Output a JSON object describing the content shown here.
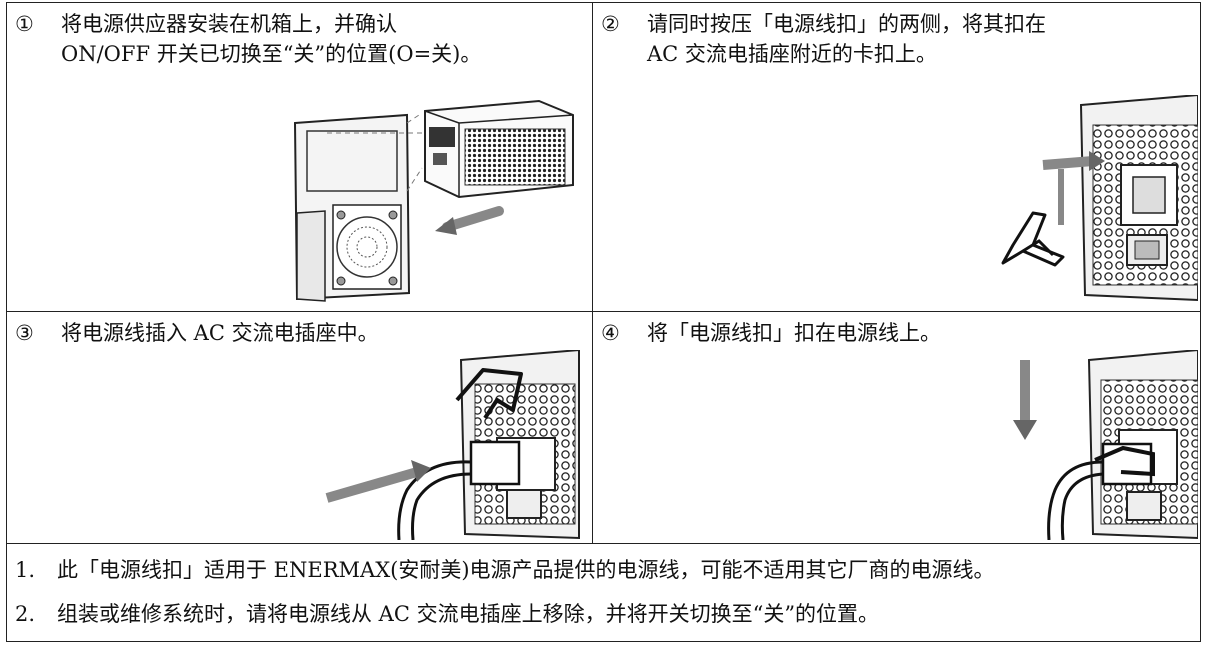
{
  "steps": [
    {
      "number": "①",
      "line1": "将电源供应器安装在机箱上，并确认",
      "line2": "ON/OFF 开关已切换至“关”的位置(O=关)。"
    },
    {
      "number": "②",
      "line1": "请同时按压「电源线扣」的两侧，将其扣在",
      "line2": "AC 交流电插座附近的卡扣上。"
    },
    {
      "number": "③",
      "line1": "将电源线插入 AC 交流电插座中。",
      "line2": ""
    },
    {
      "number": "④",
      "line1": "将「电源线扣」扣在电源线上。",
      "line2": ""
    }
  ],
  "notes": [
    {
      "number": "1.",
      "text": "此「电源线扣」适用于 ENERMAX(安耐美)电源产品提供的电源线，可能不适用其它厂商的电源线。"
    },
    {
      "number": "2.",
      "text": "组装或维修系统时，请将电源线从 AC 交流电插座上移除，并将开关切换至“关”的位置。"
    }
  ]
}
